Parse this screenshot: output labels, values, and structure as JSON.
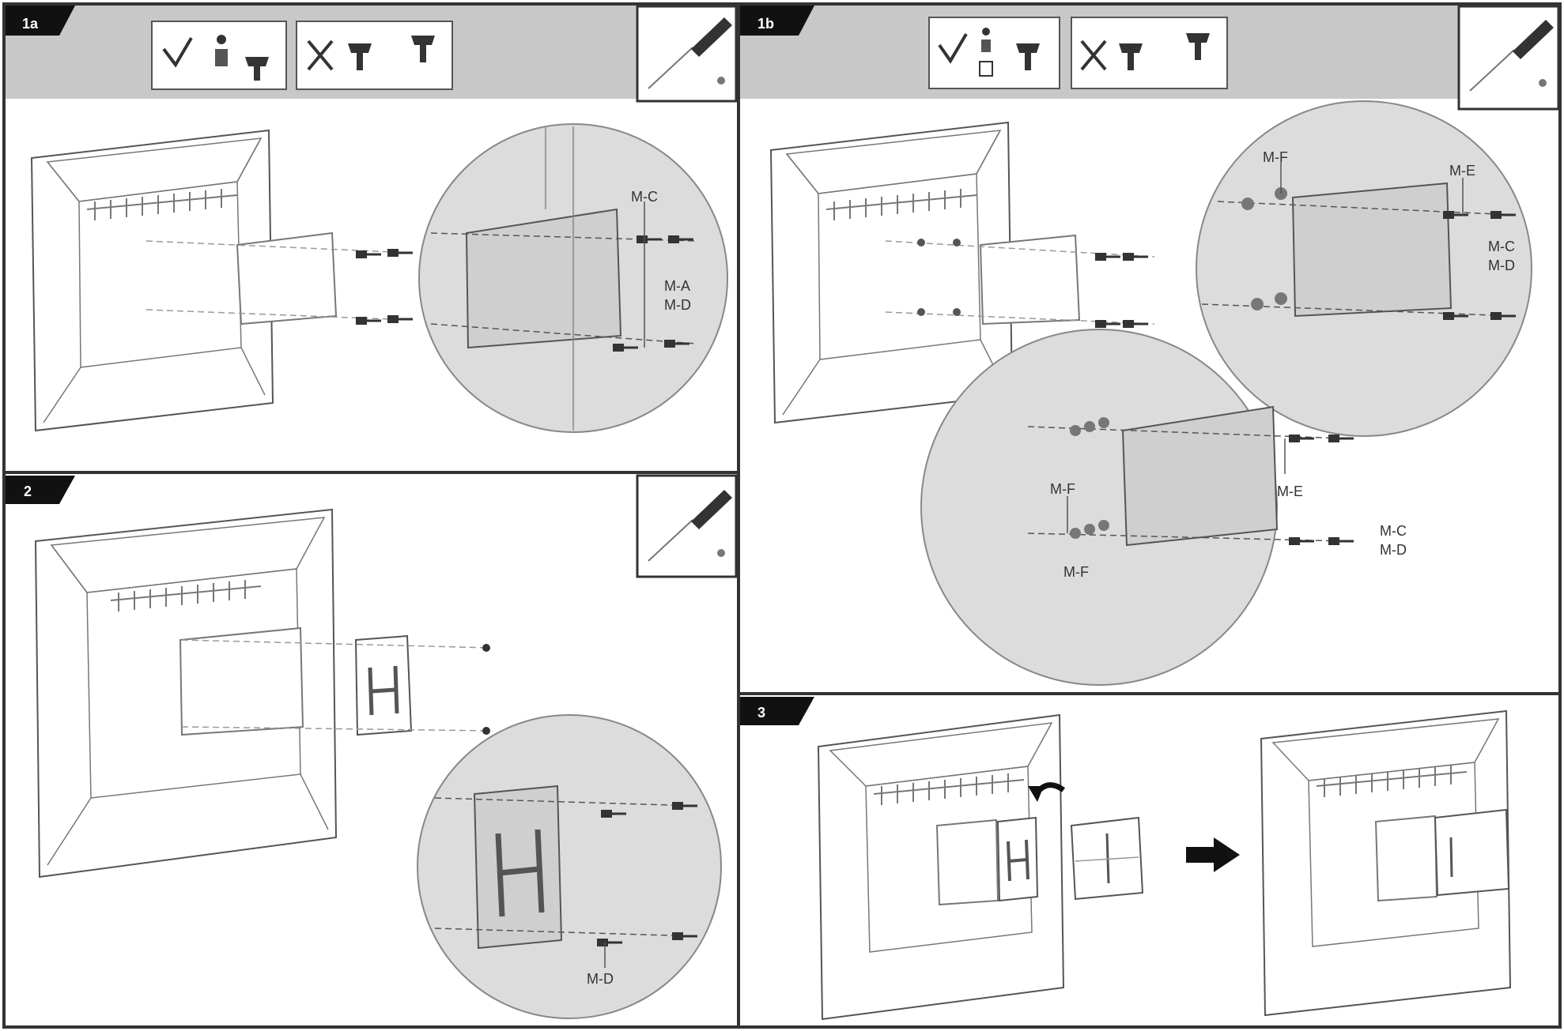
{
  "steps": [
    {
      "id": "1a",
      "label": "1a"
    },
    {
      "id": "1b",
      "label": "1b"
    },
    {
      "id": "2",
      "label": "2"
    },
    {
      "id": "3",
      "label": "3"
    }
  ],
  "parts": {
    "step1a": {
      "top": "M-C",
      "side_1": "M-A",
      "side_2": "M-D"
    },
    "step1b_upper": {
      "left": "M-F",
      "right": "M-E",
      "side_1": "M-C",
      "side_2": "M-D"
    },
    "step1b_lower": {
      "left_top": "M-F",
      "left_bottom": "M-F",
      "right": "M-E",
      "side_1": "M-C",
      "side_2": "M-D"
    },
    "step2": {
      "bottom": "M-D"
    }
  },
  "icons": {
    "correct": "check-mark-icon",
    "incorrect": "cross-mark-icon",
    "tool": "screwdriver-icon",
    "direction": "arrow-right-icon"
  },
  "colors": {
    "header_band": "#c8c8c8",
    "magnifier": "#dcdcdc",
    "border": "#333333",
    "tab": "#111111"
  }
}
